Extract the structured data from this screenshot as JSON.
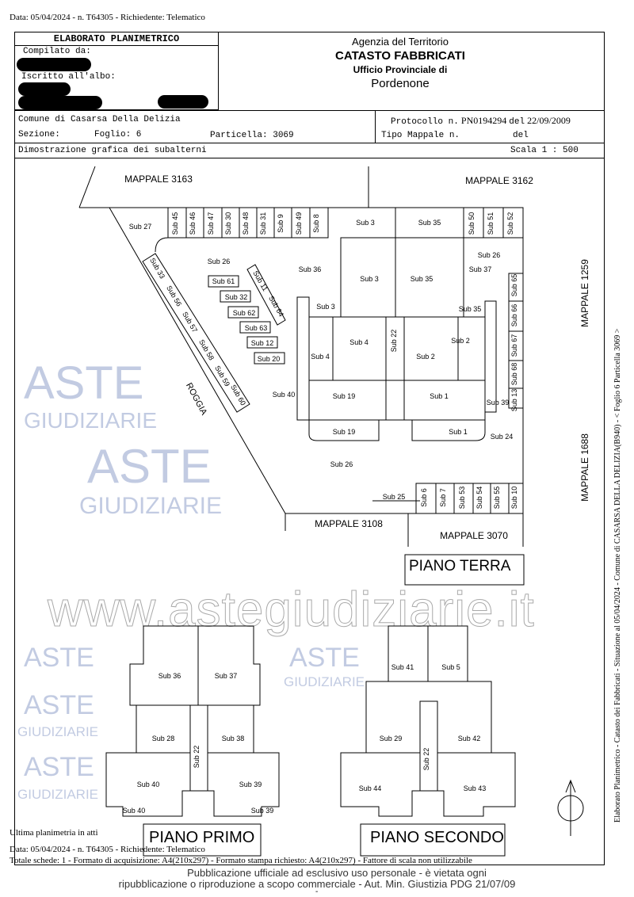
{
  "top_line": "Data: 05/04/2024 - n. T64305 - Richiedente: Telematico",
  "header": {
    "title": "ELABORATO PLANIMETRICO",
    "compilato_label": "Compilato da:",
    "iscritto_label": "Iscritto all'albo:",
    "agency": "Agenzia del Territorio",
    "catasto": "CATASTO FABBRICATI",
    "ufficio": "Ufficio Provinciale di",
    "city": "Pordenone"
  },
  "info": {
    "comune": "Comune di Casarsa Della Delizia",
    "sezione": "Sezione:",
    "foglio": "Foglio: 6",
    "particella": "Particella: 3069",
    "protocollo_label": "Protocollo n.",
    "protocollo": "PN0194294",
    "del_label": "del",
    "protocollo_date": "22/09/2009",
    "tipo_mappale": "Tipo Mappale n.",
    "tipo_del": "del",
    "dimostrazione": "Dimostrazione grafica dei subalterni",
    "scala": "Scala 1 : 500"
  },
  "plan_labels": [
    "MAPPALE 3163",
    "MAPPALE 3162",
    "MAPPALE 1259",
    "MAPPALE 1688",
    "MAPPALE 3108",
    "MAPPALE 3070",
    "ROGGIA",
    "Sub 45",
    "Sub 46",
    "Sub 47",
    "Sub 30",
    "Sub 48",
    "Sub 31",
    "Sub 9",
    "Sub 49",
    "Sub 8",
    "Sub 50",
    "Sub 51",
    "Sub 52",
    "Sub 27",
    "Sub 3",
    "Sub 35",
    "Sub 26",
    "Sub 26",
    "Sub 36",
    "Sub 37",
    "Sub 3",
    "Sub 35",
    "Sub 3",
    "Sub 35",
    "Sub 4",
    "Sub 2",
    "Sub 4",
    "Sub 2",
    "Sub 22",
    "Sub 65",
    "Sub 66",
    "Sub 67",
    "Sub 68",
    "Sub 13",
    "Sub 39",
    "Sub 61",
    "Sub 32",
    "Sub 62",
    "Sub 63",
    "Sub 12",
    "Sub 20",
    "Sub 11",
    "Sub 64",
    "Sub 33",
    "Sub 56",
    "Sub 57",
    "Sub 58",
    "Sub 59",
    "Sub 60",
    "Sub 40",
    "Sub 19",
    "Sub 1",
    "Sub 19",
    "Sub 1",
    "Sub 24",
    "Sub 26",
    "Sub 25",
    "Sub 6",
    "Sub 7",
    "Sub 53",
    "Sub 54",
    "Sub 55",
    "Sub 10",
    "Sub 36",
    "Sub 37",
    "Sub 28",
    "Sub 38",
    "Sub 22",
    "Sub 40",
    "Sub 39",
    "Sub 40",
    "Sub 39",
    "Sub 41",
    "Sub 5",
    "Sub 29",
    "Sub 42",
    "Sub 22",
    "Sub 44",
    "Sub 43"
  ],
  "floors": {
    "terra": "PIANO TERRA",
    "primo": "PIANO PRIMO",
    "secondo": "PIANO SECONDO"
  },
  "side_note": "Elaborato Planimetrico - Catasto dei Fabbricati - Situazione al 05/04/2024 - Comune di CASARSA DELLA DELIZIA(B940) - < Foglio 6 Particella 3069 >",
  "footer": {
    "ultima": "Ultima planimetria in atti",
    "data": "Data: 05/04/2024 - n. T64305 - Richiedente: Telematico",
    "totale": "Totale schede: 1 - Formato di acquisizione: A4(210x297) - Formato stampa richiesto: A4(210x297) - Fattore di scala non utilizzabile",
    "notice1": "Pubblicazione ufficiale ad esclusivo uso personale - è vietata ogni",
    "notice2": "ripubblicazione o riproduzione a scopo commerciale - Aut. Min. Giustizia PDG 21/07/09",
    "dash": "-"
  },
  "watermark": {
    "aste": "ASTE",
    "giudiziarie": "GIUDIZIARIE",
    "url": "www.astegiudiziarie.it"
  }
}
